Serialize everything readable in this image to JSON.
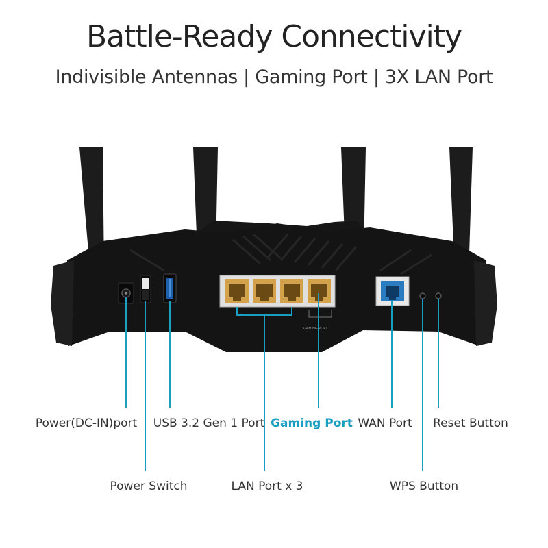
{
  "header": {
    "title": "Battle-Ready Connectivity",
    "subtitle": "Indivisible Antennas | Gaming Port | 3X LAN Port"
  },
  "device": {
    "gaming_port_caption": "GAMING PORT"
  },
  "callouts": {
    "power_dc_in": "Power(DC-IN)port",
    "power_switch": "Power Switch",
    "usb": "USB 3.2 Gen 1 Port",
    "lan": "LAN Port x 3",
    "gaming": "Gaming Port",
    "wan": "WAN Port",
    "wps": "WPS Button",
    "reset": "Reset Button"
  },
  "colors": {
    "accent": "#1a9fc0",
    "router_body": "#141414",
    "lan_port_gold": "#c89a3a",
    "wan_port_blue": "#1f78b4"
  }
}
